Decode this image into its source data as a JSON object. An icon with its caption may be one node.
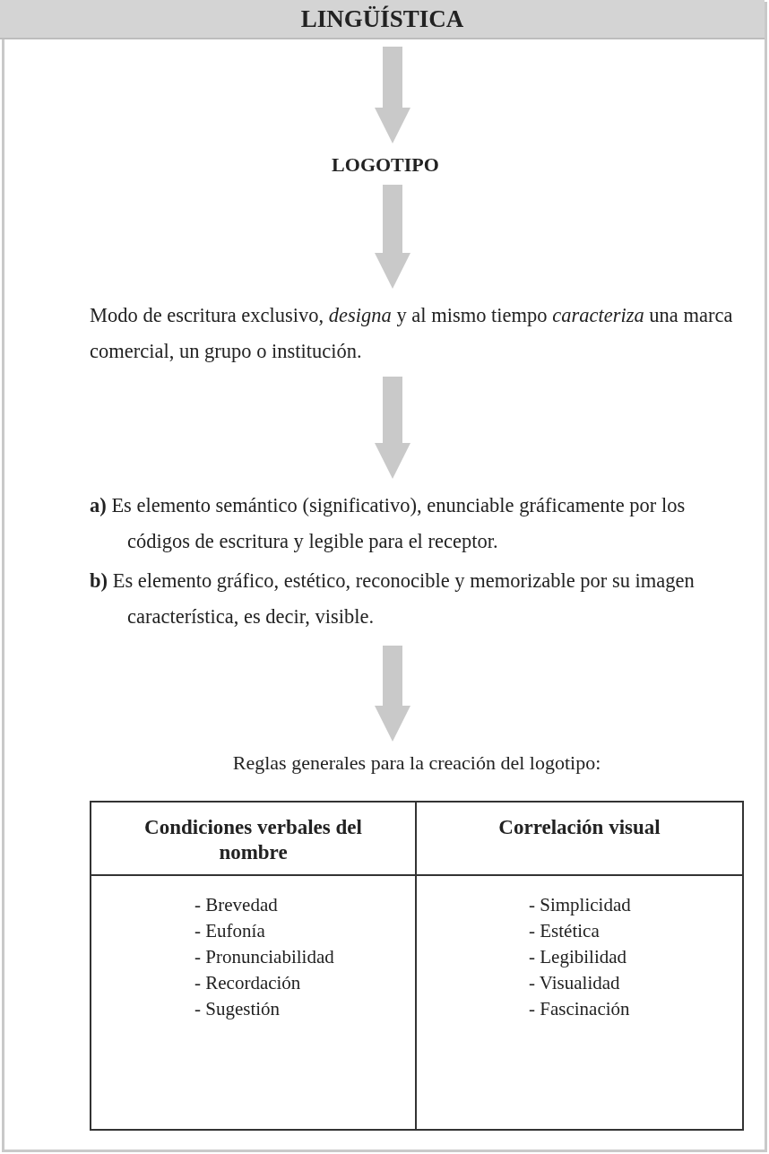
{
  "diagram": {
    "nodes": [
      {
        "text": [
          "LINGÜÍSTICA"
        ]
      },
      {
        "text": [
          "LOGOTIPO"
        ]
      },
      {
        "text": [
          "Modo de escritura exclusivo, *designa* y al mismo tiempo *caracteriza* una marca comercial, un grupo o institución."
        ]
      },
      {
        "text": [
          "**a)** Es elemento semántico (significativo), enunciable gráficamente por los códigos de escritura y legible para el receptor.",
          "**b)** Es elemento gráfico, estético, reconocible y memorizable por su imagen característica, es decir, visible."
        ]
      },
      {
        "text": [
          "Reglas generales para la creación del logotipo:"
        ]
      }
    ],
    "edges": [
      {
        "from": 0,
        "to": 1,
        "arrow": "to"
      },
      {
        "from": 1,
        "to": 2,
        "arrow": "to"
      },
      {
        "from": 2,
        "to": 3,
        "arrow": "to"
      },
      {
        "from": 3,
        "to": 4,
        "arrow": "to"
      }
    ],
    "labels": [
      "Condiciones verbales del nombre",
      "Correlación visual",
      "- Brevedad",
      "- Eufonía",
      "- Pronunciabilidad",
      "- Recordación",
      "- Sugestión",
      "- Simplicidad",
      "- Estética",
      "- Legibilidad",
      "- Visualidad",
      "- Fascinación"
    ]
  }
}
